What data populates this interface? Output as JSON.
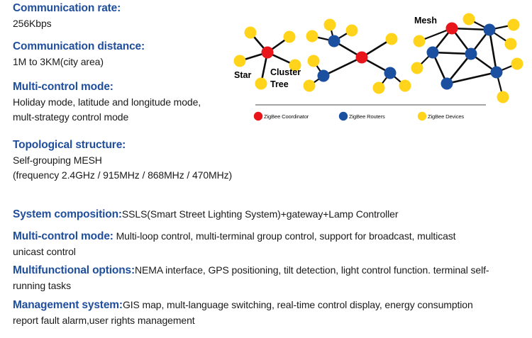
{
  "page": {
    "background": "#ffffff",
    "heading_color": "#1F4E9C",
    "body_color": "#1a1a1a"
  },
  "specs": [
    {
      "id": "communication-rate",
      "layout": "stacked",
      "heading": "Communication rate:",
      "value": "256Kbps"
    },
    {
      "id": "communication-distance",
      "layout": "stacked",
      "heading": "Communication distance:",
      "value": "1M to 3KM(city area)"
    },
    {
      "id": "multi-control-mode-1",
      "layout": "stacked",
      "heading": "Multi-control mode:",
      "value_line1": "Holiday mode, latitude and longitude mode,",
      "value_line2": "mult-strategy control mode"
    },
    {
      "id": "topological-structure",
      "layout": "stacked",
      "heading": "Topological structure:",
      "value_line1": "Self-grouping MESH",
      "value_line2": "(frequency 2.4GHz / 915MHz / 868MHz / 470MHz)"
    },
    {
      "id": "system-composition",
      "layout": "inline",
      "heading": "System composition:",
      "value": "SSLS(Smart Street Lighting System)+gateway+Lamp Controller"
    },
    {
      "id": "multi-control-mode-2",
      "layout": "inline",
      "heading": "Multi-control mode:",
      "value": " Multi-loop control, multi-terminal group control, support for broadcast, multicast unicast control"
    },
    {
      "id": "multifunctional-options",
      "layout": "inline",
      "heading": "Multifunctional options:",
      "value": "NEMA interface, GPS positioning, tilt detection, light control function. terminal self-running tasks"
    },
    {
      "id": "management-system",
      "layout": "inline",
      "heading": "Management system:",
      "value": "GIS map, mult-language switching, real-time control display, energy consumption report fault alarm,user rights management"
    }
  ],
  "diagram": {
    "name": "zigbee-network-topologies",
    "topologies": [
      {
        "id": "star",
        "label": "Star"
      },
      {
        "id": "cluster-tree",
        "label_line1": "Cluster",
        "label_line2": "Tree"
      },
      {
        "id": "mesh",
        "label": "Mesh"
      }
    ],
    "legend": [
      {
        "id": "coordinator",
        "label": "ZigBee Coordinator",
        "color": "#E8161A"
      },
      {
        "id": "routers",
        "label": "ZigBee Routers",
        "color": "#1B4FA0"
      },
      {
        "id": "devices",
        "label": "ZigBee Devices",
        "color": "#FFD41A"
      }
    ],
    "colors": {
      "coordinator": "#E8161A",
      "router": "#1B4FA0",
      "device": "#FFD41A",
      "edge": "#0d0d0d",
      "separator": "#9a9a9a"
    }
  }
}
